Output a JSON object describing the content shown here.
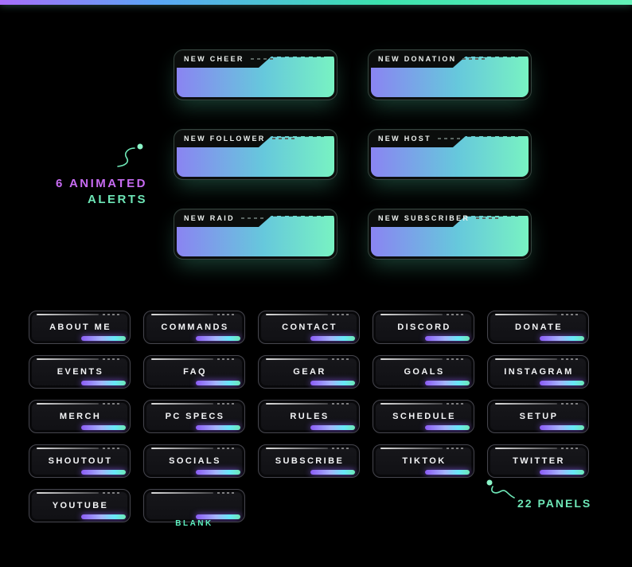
{
  "canvas": {
    "bg": "#000000"
  },
  "top_bar": {
    "colors": [
      "#a66ffa",
      "#5aa7f5",
      "#3ce3ae",
      "#63f2b8"
    ]
  },
  "alerts": {
    "heading_line1": "6 ANIMATED",
    "heading_line2": "ALERTS",
    "heading_color1": "#c76bf2",
    "heading_color2": "#6ee7b7",
    "icon": "swirl-doodle-icon",
    "gradient": [
      "#8a84f2",
      "#66c8dc",
      "#78f2c2"
    ],
    "items": [
      {
        "label": "NEW CHEER"
      },
      {
        "label": "NEW DONATION"
      },
      {
        "label": "NEW FOLLOWER"
      },
      {
        "label": "NEW HOST"
      },
      {
        "label": "NEW RAID"
      },
      {
        "label": "NEW SUBSCRIBER"
      }
    ]
  },
  "panels": {
    "count_label": "22 PANELS",
    "count_color": "#6ee7b7",
    "blank_caption": "BLANK",
    "icon": "swirl-doodle-icon",
    "accent_gradient": [
      "#8b5cf6",
      "#a5b4fc",
      "#67e8f9",
      "#6ee7b7"
    ],
    "items": [
      {
        "label": "ABOUT ME"
      },
      {
        "label": "COMMANDS"
      },
      {
        "label": "CONTACT"
      },
      {
        "label": "DISCORD"
      },
      {
        "label": "DONATE"
      },
      {
        "label": "EVENTS"
      },
      {
        "label": "FAQ"
      },
      {
        "label": "GEAR"
      },
      {
        "label": "GOALS"
      },
      {
        "label": "INSTAGRAM"
      },
      {
        "label": "MERCH"
      },
      {
        "label": "PC SPECS"
      },
      {
        "label": "RULES"
      },
      {
        "label": "SCHEDULE"
      },
      {
        "label": "SETUP"
      },
      {
        "label": "SHOUTOUT"
      },
      {
        "label": "SOCIALS"
      },
      {
        "label": "SUBSCRIBE"
      },
      {
        "label": "TIKTOK"
      },
      {
        "label": "TWITTER"
      },
      {
        "label": "YOUTUBE"
      },
      {
        "label": ""
      }
    ]
  }
}
